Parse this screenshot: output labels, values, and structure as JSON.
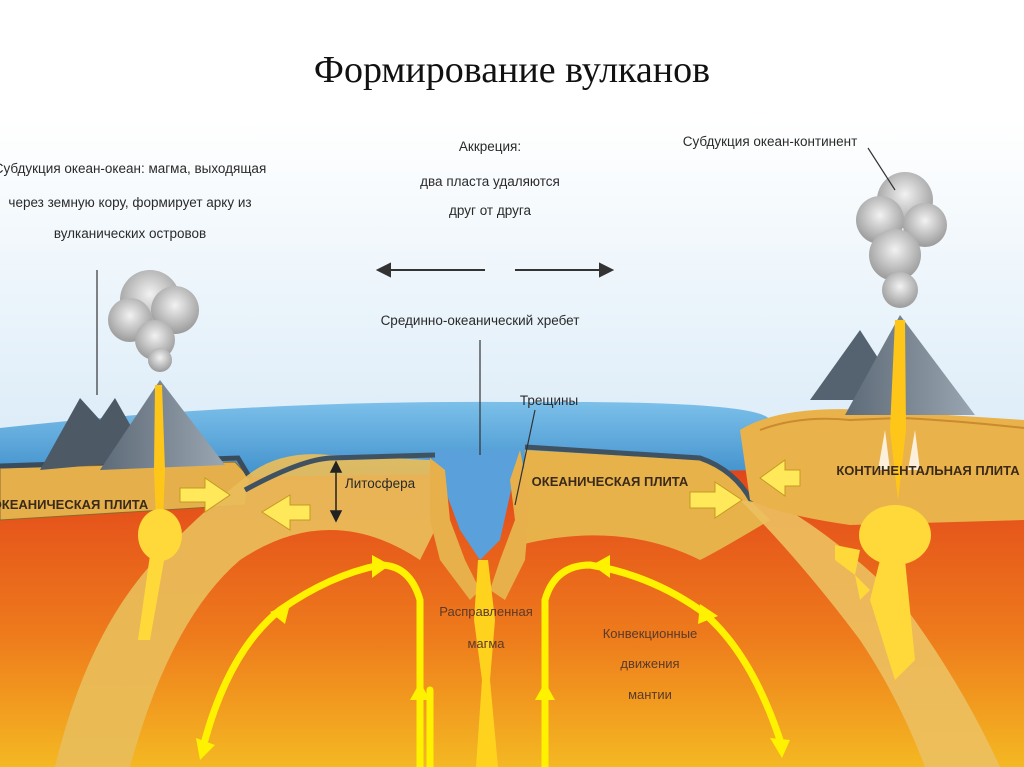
{
  "title": "Формирование вулканов",
  "labels": {
    "ocean_ocean": [
      "Субдукция океан-океан: магма, выходящая",
      "через земную кору, формирует арку из",
      "вулканических островов"
    ],
    "accretion": [
      "Аккреция:",
      "два пласта удаляются",
      "друг от друга"
    ],
    "ocean_continent": "Субдукция океан-континент",
    "ridge": "Срединно-океанический хребет",
    "cracks": "Трещины",
    "lithosphere": "Литосфера",
    "oceanic_plate_left": "ОКЕАНИЧЕСКАЯ ПЛИТА",
    "oceanic_plate_right": "ОКЕАНИЧЕСКАЯ ПЛИТА",
    "continental_plate": "КОНТИНЕНТАЛЬНАЯ ПЛИТА",
    "molten_magma": [
      "Расправленная",
      "магма"
    ],
    "convection": [
      "Конвекционные",
      "движения",
      "мантии"
    ]
  },
  "colors": {
    "ocean": "#5aa9dc",
    "sky": "#e6f2fb",
    "plate": "#e8b24a",
    "mantle_top": "#e85a1e",
    "mantle_bottom": "#f2b420",
    "arrow": "#fff200",
    "magma": "#ffd21e"
  }
}
